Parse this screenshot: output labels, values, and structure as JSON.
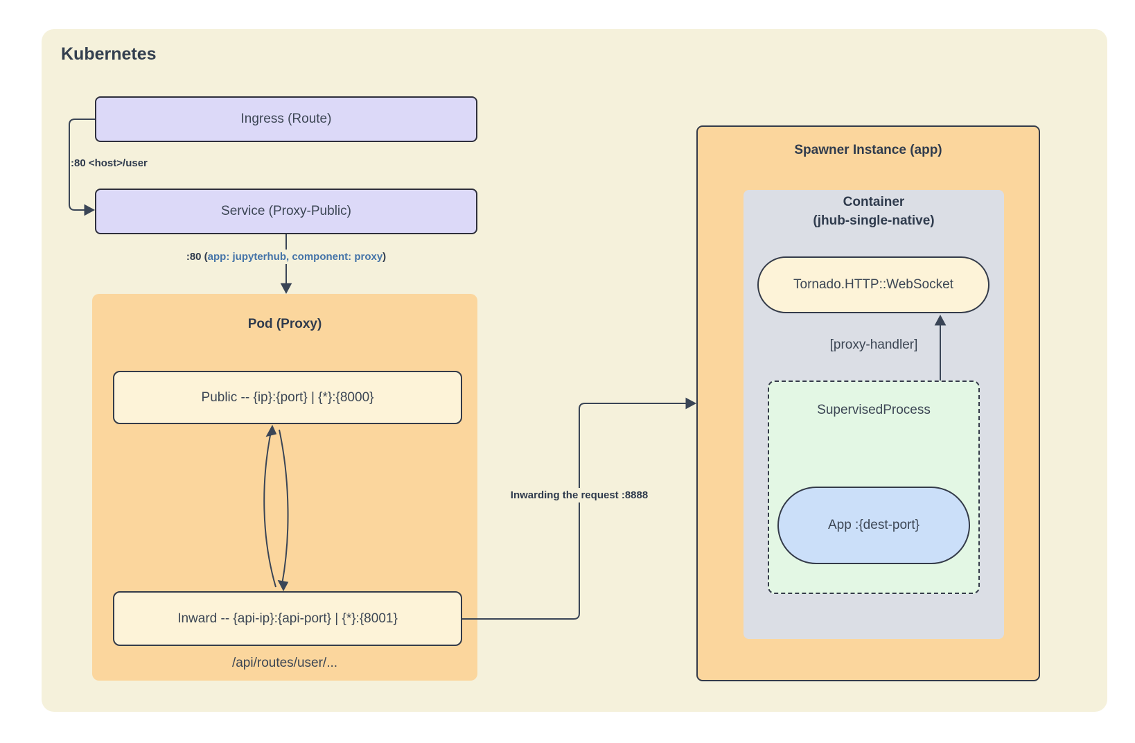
{
  "colors": {
    "page-bg": "#ffffff",
    "canvas-bg": "#f5f1db",
    "node-lavender": "#dcd9f8",
    "node-orange": "#fbd69d",
    "node-cream": "#fdf3d8",
    "node-gray": "#dbdee5",
    "node-green": "#e3f7e4",
    "node-blue": "#cbdff9",
    "stroke-dark": "#2e2f3c",
    "line": "#3a4556",
    "text": "#3c4654",
    "text-strong": "#2f3b4d",
    "text-blue": "#4574a8"
  },
  "diagram_title": "Kubernetes",
  "nodes": {
    "ingress": {
      "label": "Ingress (Route)"
    },
    "service": {
      "label": "Service (Proxy-Public)"
    },
    "pod": {
      "title": "Pod (Proxy)",
      "public_endpoint": "Public -- {ip}:{port} | {*}:{8000}",
      "inward_endpoint": "Inward -- {api-ip}:{api-port} | {*}:{8001}",
      "routes_note": "/api/routes/user/..."
    },
    "spawner": {
      "title": "Spawner Instance (app)",
      "container_name": "Container",
      "container_subtitle": "(jhub-single-native)",
      "websocket_handler": "Tornado.HTTP::WebSocket",
      "proxy_handler_note": "[proxy-handler]",
      "supervised_process": "SupervisedProcess",
      "app_process": "App :{dest-port}"
    }
  },
  "edge_labels": {
    "ingress_to_service": ":80 <host>/user",
    "service_to_pod_port": ":80 (",
    "service_to_pod_selector": "app: jupyterhub, component: proxy",
    "service_to_pod_close": ")",
    "inward_to_spawner": "Inwarding the request :8888"
  }
}
